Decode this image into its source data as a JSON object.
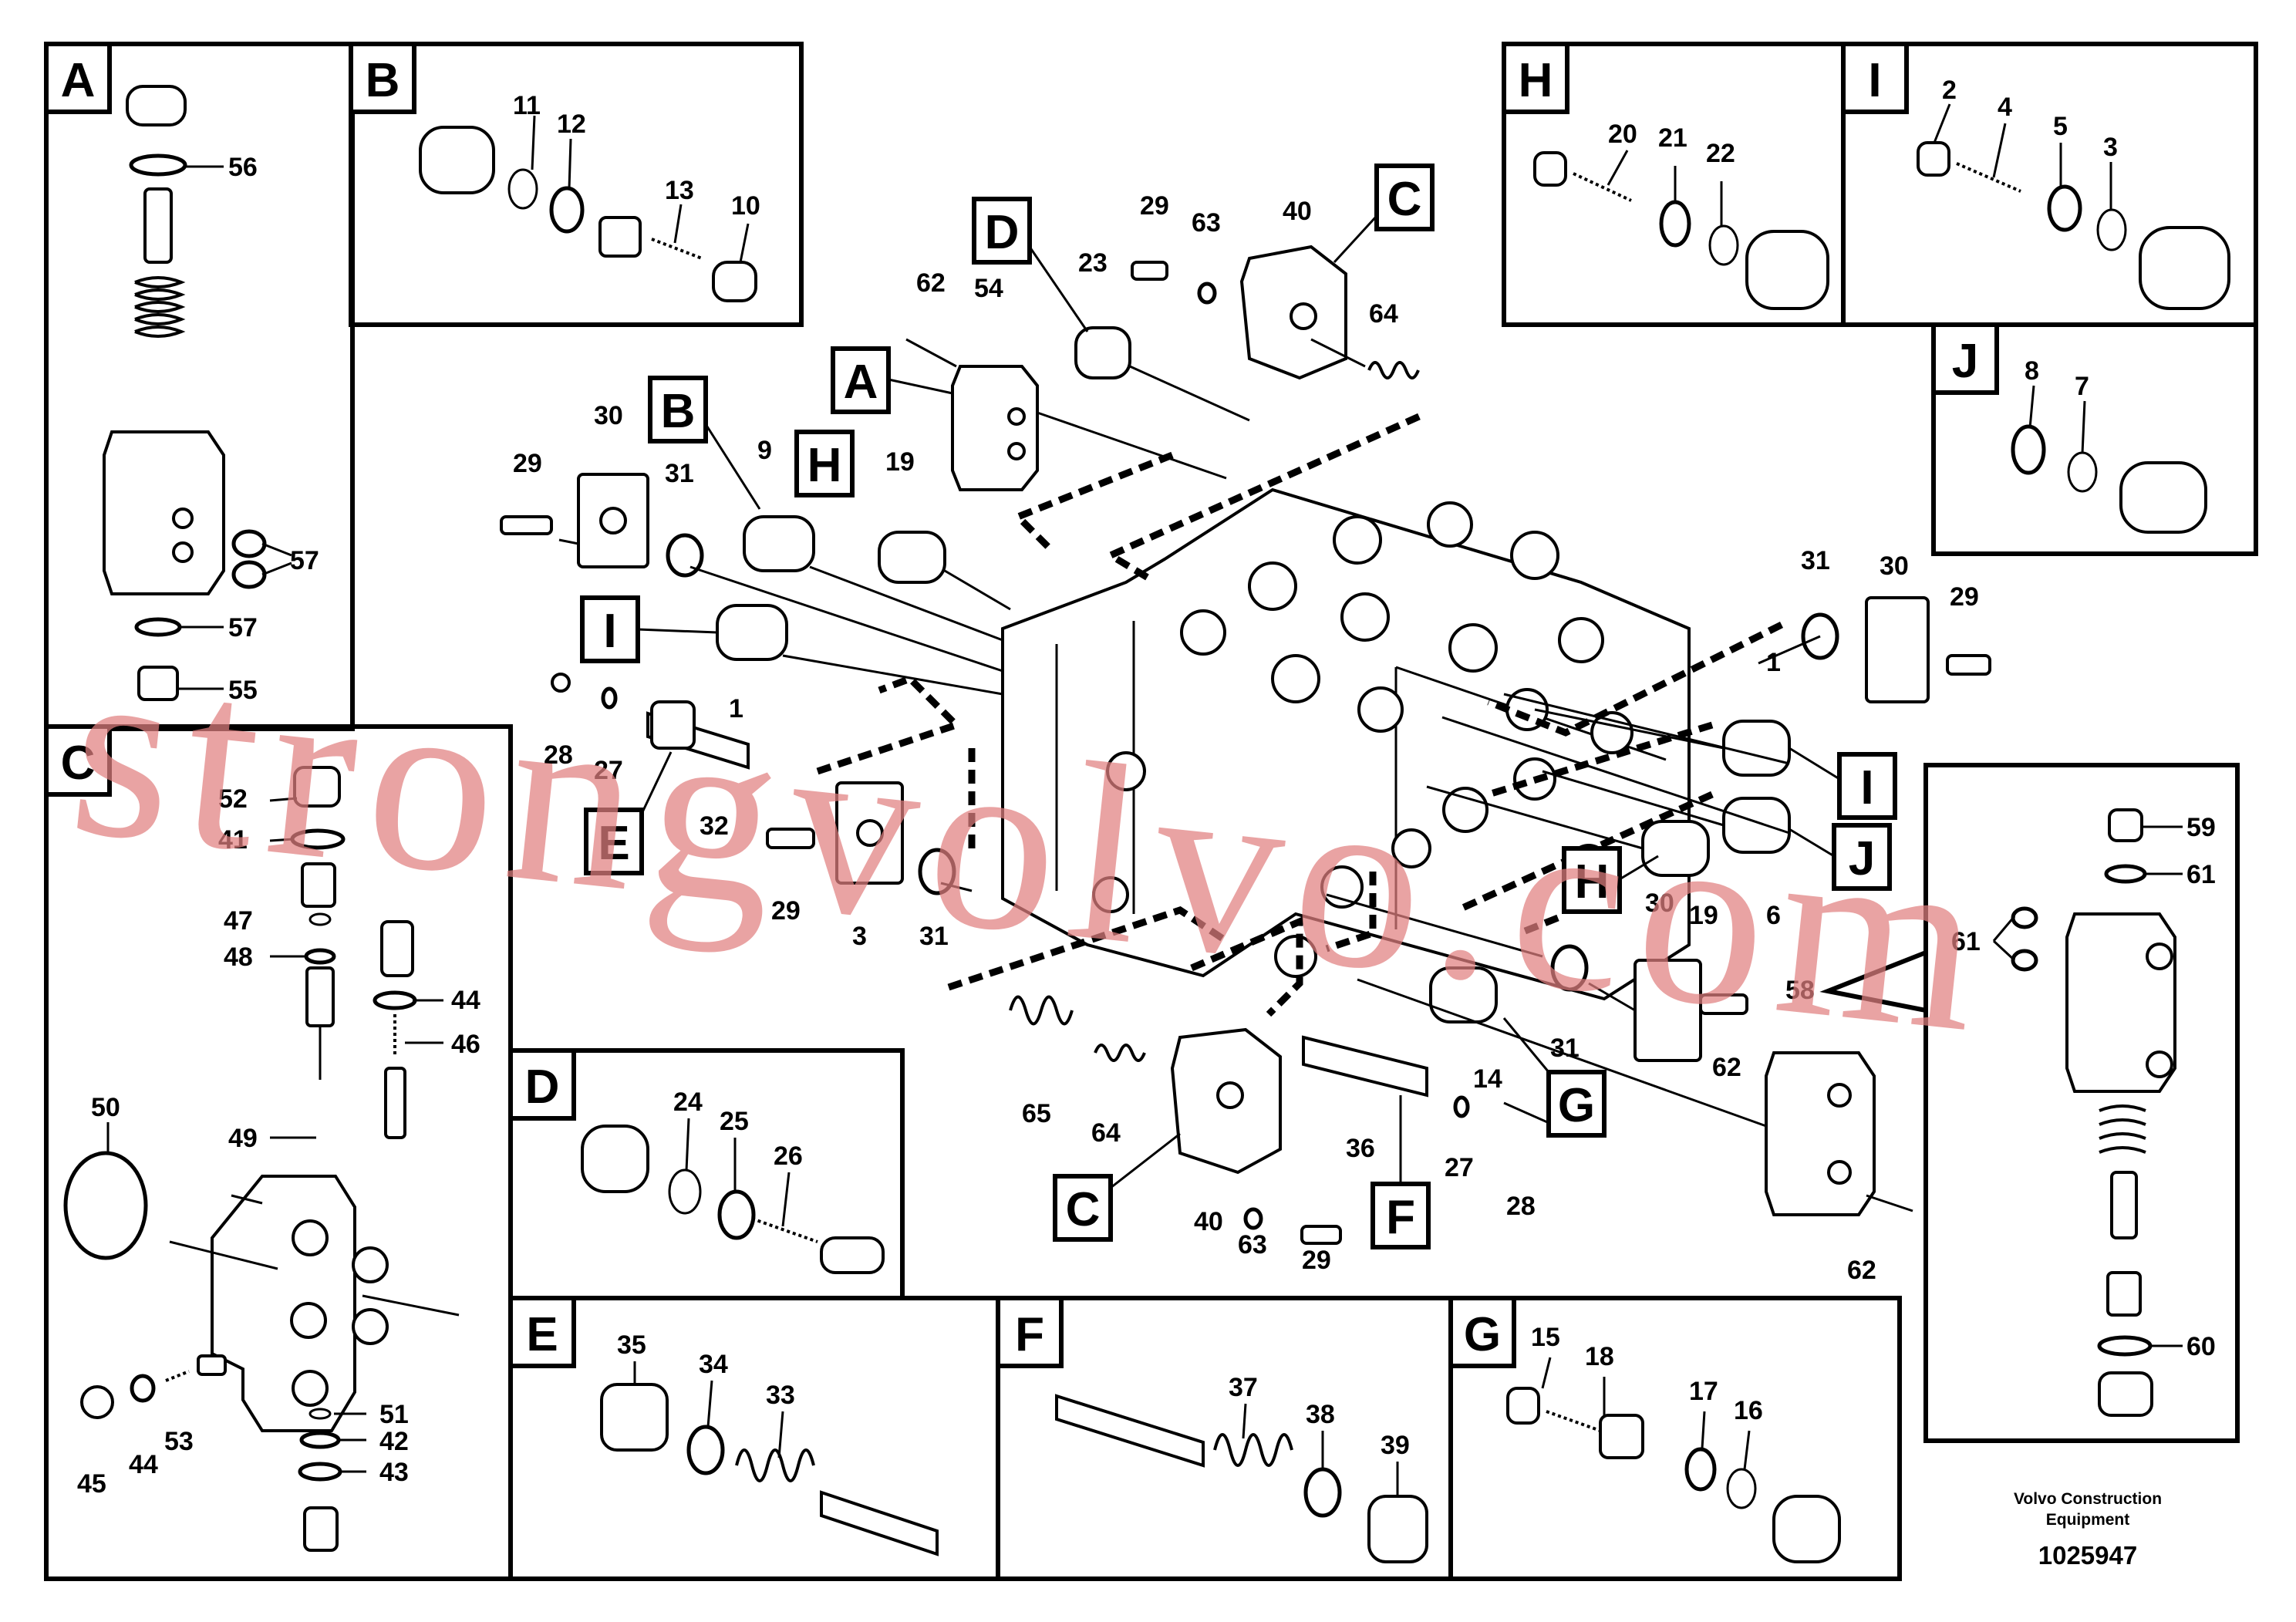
{
  "sections": {
    "A": "A",
    "B": "B",
    "C": "C",
    "D": "D",
    "E": "E",
    "F": "F",
    "G": "G",
    "H": "H",
    "I": "I",
    "J": "J"
  },
  "panel_A_labels": [
    "56",
    "57",
    "57",
    "55"
  ],
  "panel_B_labels": [
    "11",
    "12",
    "13",
    "10"
  ],
  "panel_C_labels": [
    "52",
    "41",
    "47",
    "48",
    "44",
    "46",
    "50",
    "49",
    "51",
    "42",
    "43",
    "45",
    "44",
    "53"
  ],
  "panel_D_labels": [
    "24",
    "25",
    "26"
  ],
  "panel_E_labels": [
    "35",
    "34",
    "33"
  ],
  "panel_F_labels": [
    "37",
    "38",
    "39"
  ],
  "panel_G_labels": [
    "15",
    "18",
    "17",
    "16"
  ],
  "panel_H_labels": [
    "20",
    "21",
    "22"
  ],
  "panel_I_labels": [
    "2",
    "4",
    "5",
    "3"
  ],
  "panel_J_labels": [
    "8",
    "7"
  ],
  "panel_right_labels": [
    "59",
    "61",
    "61",
    "60"
  ],
  "main_labels": [
    "62",
    "54",
    "23",
    "29",
    "63",
    "40",
    "64",
    "30",
    "29",
    "31",
    "9",
    "19",
    "1",
    "28",
    "27",
    "32",
    "29",
    "3",
    "31",
    "31",
    "30",
    "29",
    "1",
    "6",
    "19",
    "30",
    "62",
    "31",
    "14",
    "58",
    "62",
    "65",
    "64",
    "36",
    "27",
    "28",
    "40",
    "63",
    "29"
  ],
  "footer": {
    "company_line1": "Volvo Construction",
    "company_line2": "Equipment",
    "drawing_number": "1025947"
  },
  "watermark": "strongvolvo.com"
}
